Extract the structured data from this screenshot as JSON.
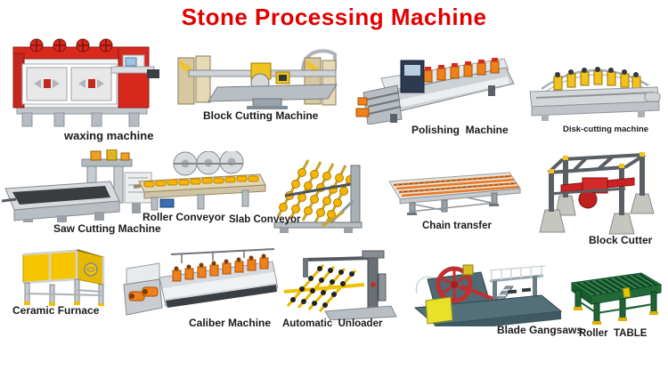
{
  "page": {
    "title": "Stone Processing Machine",
    "title_color": "#e10000",
    "background": "#ffffff",
    "label_color": "#1b1b1b"
  },
  "machines": [
    {
      "id": "waxing-machine",
      "label": "waxing machine"
    },
    {
      "id": "block-cutting-machine",
      "label": "Block Cutting Machine"
    },
    {
      "id": "polishing-machine",
      "label": "Polishing  Machine"
    },
    {
      "id": "disk-cutting-machine",
      "label": "Disk-cutting machine"
    },
    {
      "id": "saw-cutting-machine",
      "label": "Saw Cutting Machine"
    },
    {
      "id": "roller-conveyor",
      "label": "Roller Conveyor"
    },
    {
      "id": "slab-conveyor",
      "label": "Slab Conveyor"
    },
    {
      "id": "chain-transfer",
      "label": "Chain transfer"
    },
    {
      "id": "block-cutter",
      "label": "Block Cutter"
    },
    {
      "id": "ceramic-furnace",
      "label": "Ceramic Furnace"
    },
    {
      "id": "caliber-machine",
      "label": "Caliber Machine"
    },
    {
      "id": "automatic-unloader",
      "label": "Automatic  Unloader"
    },
    {
      "id": "blade-gangsaws",
      "label": "Blade Gangsaws"
    },
    {
      "id": "roller-table",
      "label": "Roller  TABLE"
    }
  ],
  "colors": {
    "machine_red": "#d8291f",
    "machine_yellow": "#f2c21e",
    "machine_orange": "#f08019",
    "machine_green": "#2e7d46",
    "machine_teal": "#4e6a72",
    "steel_gray": "#c9ccd1",
    "concrete": "#c6c6c0"
  }
}
